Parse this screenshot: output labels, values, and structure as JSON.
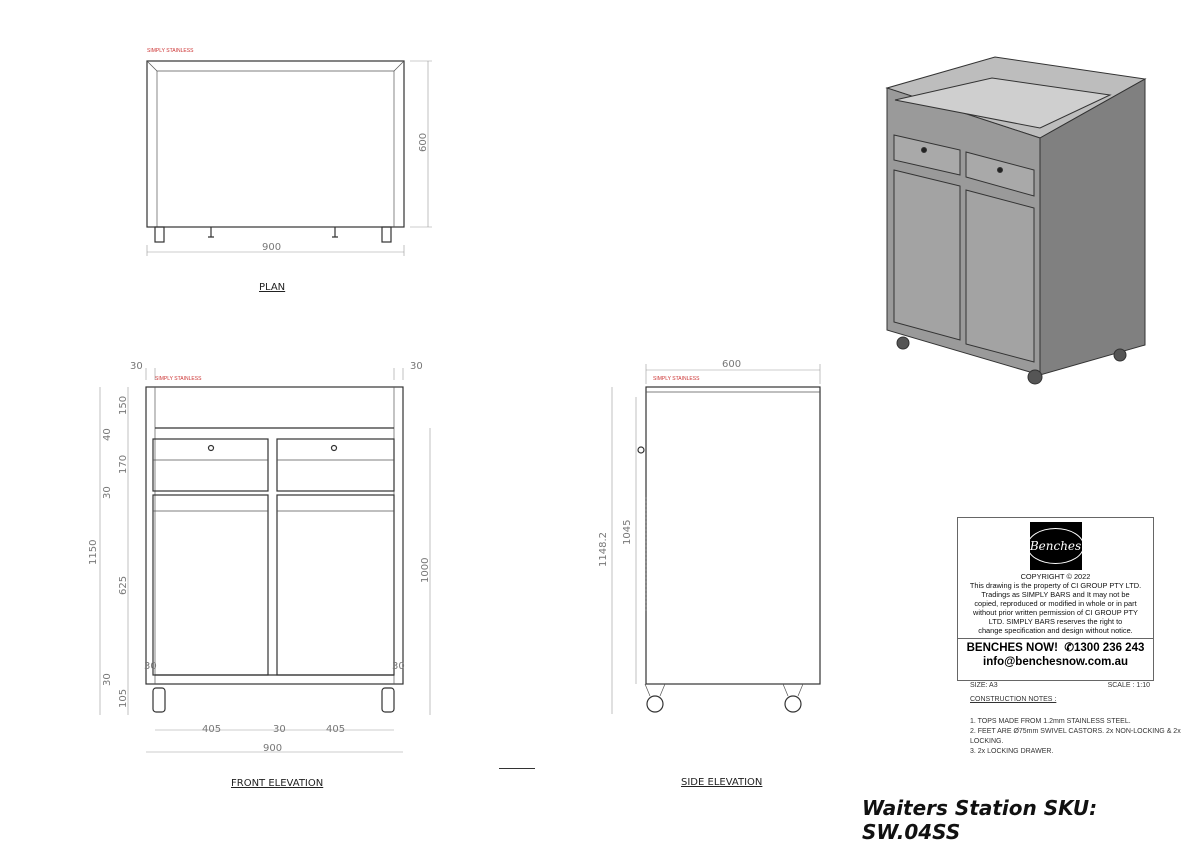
{
  "plan": {
    "label": "PLAN",
    "dims": {
      "width": "900",
      "depth": "600"
    }
  },
  "front": {
    "label": "FRONT ELEVATION",
    "dims": {
      "side_left": "30",
      "side_right": "30",
      "h150": "150",
      "h40": "40",
      "h170": "170",
      "h30a": "30",
      "h625": "625",
      "h30b": "30",
      "h105": "105",
      "total": "1150",
      "h1000": "1000",
      "inset_l": "30",
      "inset_r": "30",
      "door_l": "405",
      "gap": "30",
      "door_r": "405",
      "width": "900"
    }
  },
  "side": {
    "label": "SIDE ELEVATION",
    "dims": {
      "depth": "600",
      "total": "1148.2",
      "body": "1045"
    }
  },
  "brand_tag": "SIMPLY STAINLESS",
  "title_block": {
    "logo_text": "Benches",
    "copyright": "COPYRIGHT © 2022",
    "notice": [
      "This drawing is the property of CI GROUP PTY LTD.",
      "Tradings as SIMPLY BARS and It may not be",
      "copied, reproduced or modified in whole or in part",
      "without prior written permission of CI GROUP PTY",
      "LTD. SIMPLY BARS reserves the right to",
      "change specification and design without notice."
    ],
    "company": "BENCHES NOW!",
    "phone": "1300 236 243",
    "email": "info@benchesnow.com.au",
    "size": "SIZE: A3",
    "scale": "SCALE : 1:10"
  },
  "notes": {
    "heading": "CONSTRUCTION NOTES :",
    "items": [
      "1. TOPS MADE FROM 1.2mm STAINLESS STEEL.",
      "2. FEET ARE Ø75mm SWIVEL CASTORS. 2x NON-LOCKING  & 2x LOCKING.",
      "3. 2x LOCKING DRAWER."
    ]
  },
  "product_title": "Waiters Station SKU: SW.04SS"
}
